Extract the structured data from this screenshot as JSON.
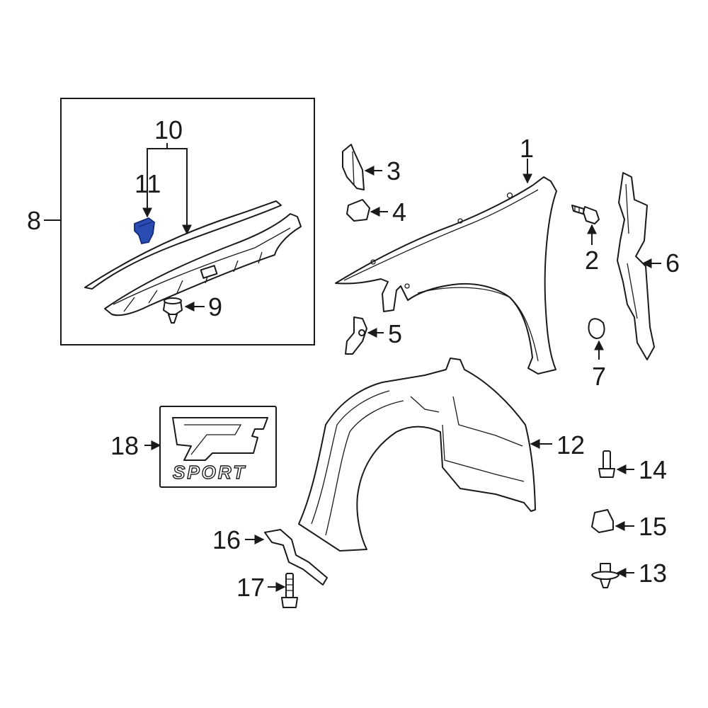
{
  "callouts": {
    "c1": "1",
    "c2": "2",
    "c3": "3",
    "c4": "4",
    "c5": "5",
    "c6": "6",
    "c7": "7",
    "c8": "8",
    "c9": "9",
    "c10": "10",
    "c11": "11",
    "c12": "12",
    "c13": "13",
    "c14": "14",
    "c15": "15",
    "c16": "16",
    "c17": "17",
    "c18": "18"
  },
  "emblem": {
    "text": "SPORT"
  },
  "colors": {
    "line": "#1a1a1a",
    "highlight": "#2a4cb3",
    "highlight_dark": "#142a78",
    "background": "#ffffff"
  }
}
